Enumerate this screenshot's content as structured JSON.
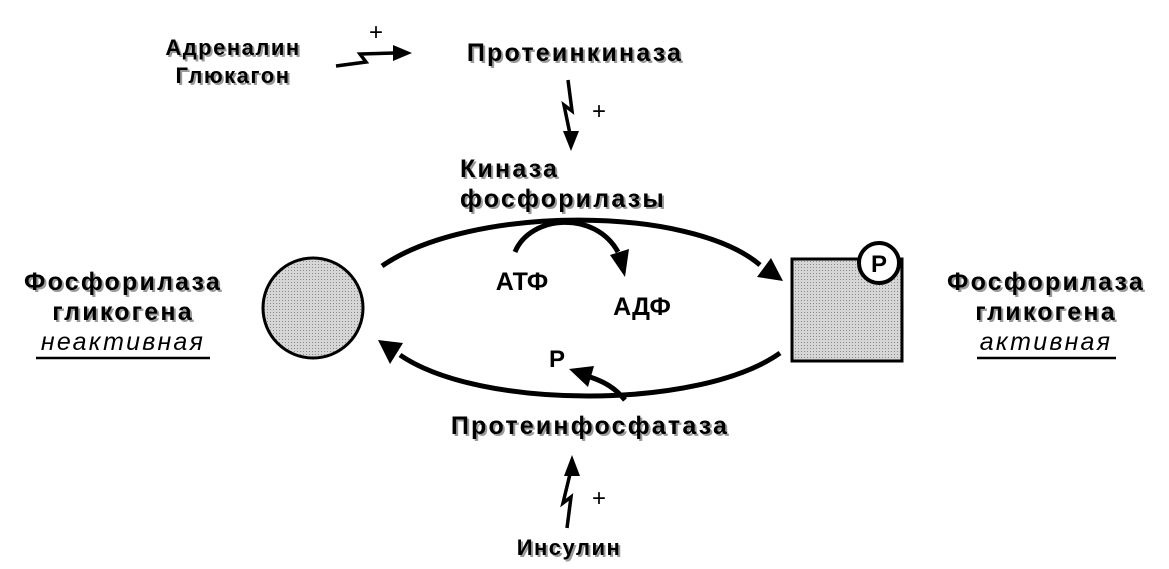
{
  "hormones": {
    "line1": "Адреналин",
    "line2": "Глюкагон",
    "sign": "+"
  },
  "protein_kinase": {
    "label": "Протеинкиназа",
    "sign": "+"
  },
  "phosphorylase_kinase": {
    "line1": "Киназа",
    "line2": "фосфорилазы"
  },
  "atp": "АТФ",
  "adp": "АДФ",
  "phosphate": "Р",
  "phosphatase": {
    "label": "Протеинфосфатаза",
    "sign": "+"
  },
  "insulin": "Инсулин",
  "inactive_form": {
    "line1": "Фосфорилаза",
    "line2": "гликогена",
    "state": "неактивная"
  },
  "active_form": {
    "line1": "Фосфорилаза",
    "line2": "гликогена",
    "state": "активная",
    "phospho_mark": "Р"
  },
  "colors": {
    "shape_fill": "#c4c4c4",
    "stroke": "#000000",
    "shadow": "#9a9a9a"
  }
}
